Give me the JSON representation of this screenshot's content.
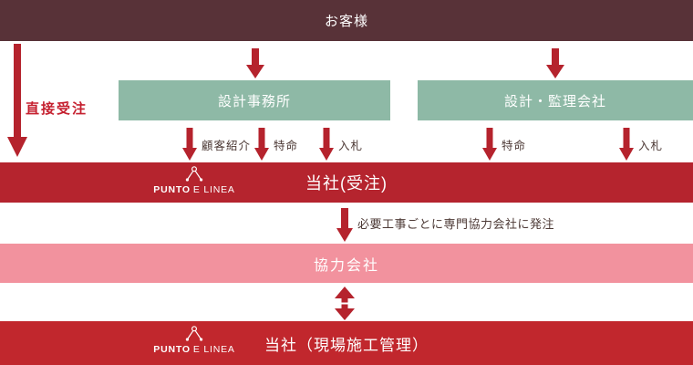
{
  "colors": {
    "maroon": "#583238",
    "bar_red": "#b5242e",
    "bar_red_bright": "#c1272d",
    "pink": "#f2929e",
    "green": "#8eb9a6",
    "arrow_red": "#b5232d",
    "red_text": "#c5202f",
    "label_text": "#4d3a36",
    "white": "#ffffff"
  },
  "nodes": {
    "customer": "お客様",
    "design_office": "設計事務所",
    "design_supervision": "設計・監理会社",
    "company_order": "当社(受注)",
    "partner": "協力会社",
    "company_site": "当社（現場施工管理）"
  },
  "labels": {
    "direct_order": "直接受注",
    "subcontract_note": "必要工事ごとに専門協力会社に発注"
  },
  "channels": {
    "left": [
      {
        "label": "顧客紹介"
      },
      {
        "label": "特命"
      },
      {
        "label": "入札"
      }
    ],
    "right": [
      {
        "label": "特命"
      },
      {
        "label": "入札"
      }
    ]
  },
  "logo": {
    "bold": "PUNTO",
    "rest": "E LINEA"
  }
}
